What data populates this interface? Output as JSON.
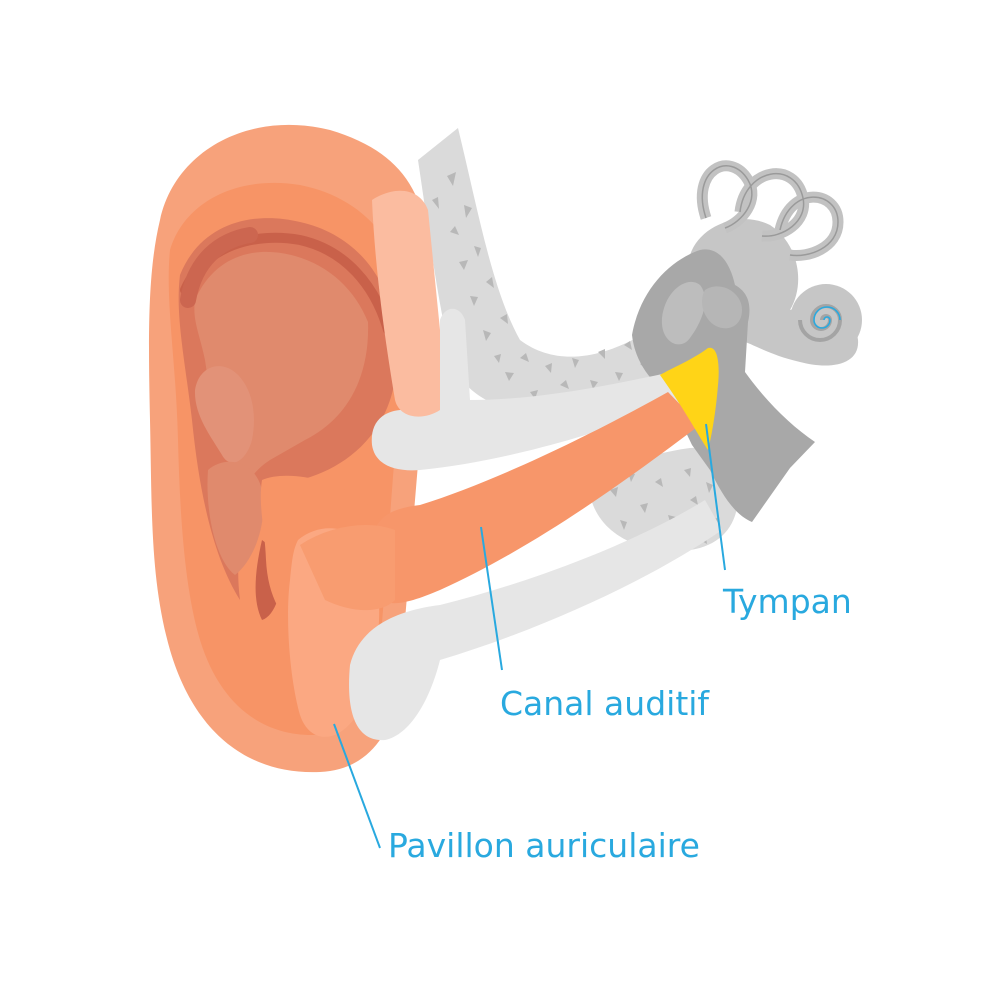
{
  "labels": {
    "eardrum": "Tympan",
    "ear_canal": "Canal auditif",
    "auricle": "Pavillon auriculaire"
  },
  "colors": {
    "label_text": "#29a9df",
    "leader_line": "#29a9df",
    "auricle_outer": "#f8a27c",
    "auricle_mid": "#f79566",
    "auricle_inner": "#d8735a",
    "auricle_deep": "#c9614a",
    "canal": "#f7966a",
    "canal_wall": "#e6e6e6",
    "bone": "#dadada",
    "bone_spots": "#b6b6b6",
    "middle_ear": "#a7a7a7",
    "inner_ear": "#c4c4c4",
    "eardrum": "#ffd417"
  }
}
